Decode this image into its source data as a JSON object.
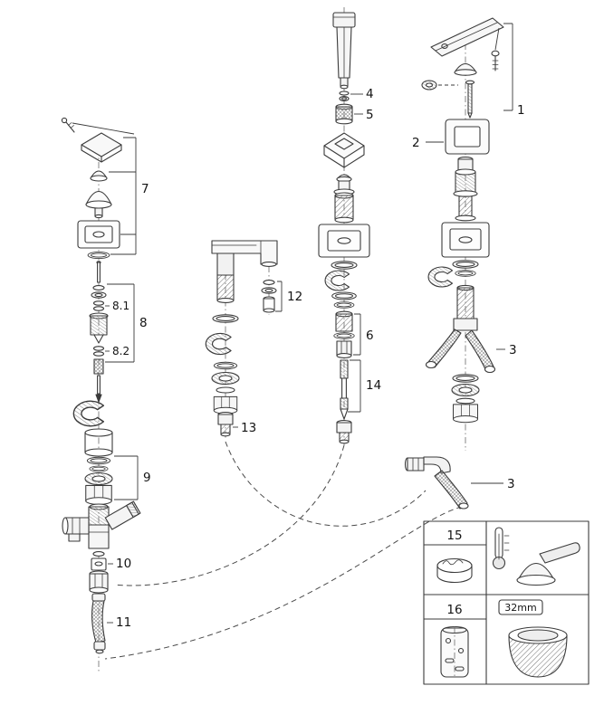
{
  "diagram": {
    "kind": "faucet-exploded-parts-diagram",
    "background": "#ffffff",
    "line_color": "#3b3b3b"
  },
  "callouts": {
    "n1": "1",
    "n2": "2",
    "n3_upper": "3",
    "n3_lower": "3",
    "n4": "4",
    "n5": "5",
    "n6": "6",
    "n7": "7",
    "n8": "8",
    "n8_1": "8.1",
    "n8_2": "8.2",
    "n9": "9",
    "n10": "10",
    "n11": "11",
    "n12": "12",
    "n13": "13",
    "n14": "14"
  },
  "legend": {
    "n15": "15",
    "n16": "16",
    "size": "32mm",
    "icons": {
      "cell_15": "grease-tub-icon",
      "cell_temperature": [
        "thermometer-icon",
        "lever-handle-icon"
      ],
      "cell_16": "cartridge-sleeve-icon",
      "cell_32mm": "extension-socket-icon"
    }
  }
}
